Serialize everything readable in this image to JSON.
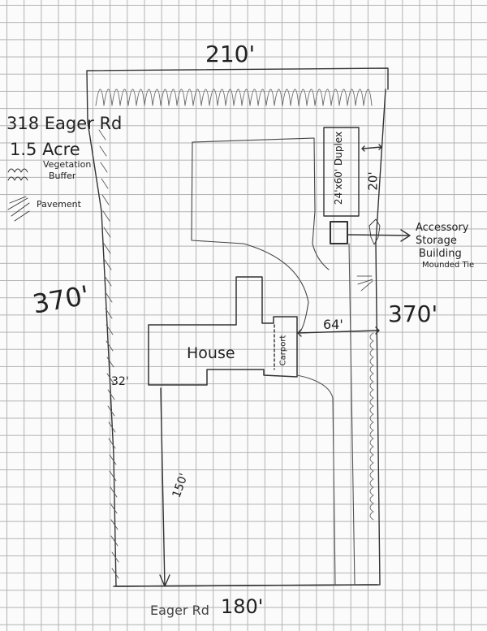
{
  "property": {
    "address": "318 Eager Rd",
    "area": "1.5 Acre",
    "road": "Eager Rd"
  },
  "legend": {
    "vegetation_buffer": "Vegetation Buffer",
    "vegetation_line1": "Vegetation",
    "vegetation_line2": "Buffer",
    "pavement": "Pavement"
  },
  "dimensions": {
    "top_width": "210'",
    "bottom_width": "180'",
    "left_depth": "370'",
    "right_depth": "370'",
    "house_to_side": "32'",
    "house_to_road": "150'",
    "carport_to_side": "64'",
    "duplex_setback": "20'"
  },
  "structures": {
    "house": "House",
    "carport": "Carport",
    "duplex": "24'x60' Duplex",
    "accessory_line1": "Accessory",
    "accessory_line2": "Storage",
    "accessory_line3": "Building",
    "accessory_line4": "Mounded Tie"
  }
}
